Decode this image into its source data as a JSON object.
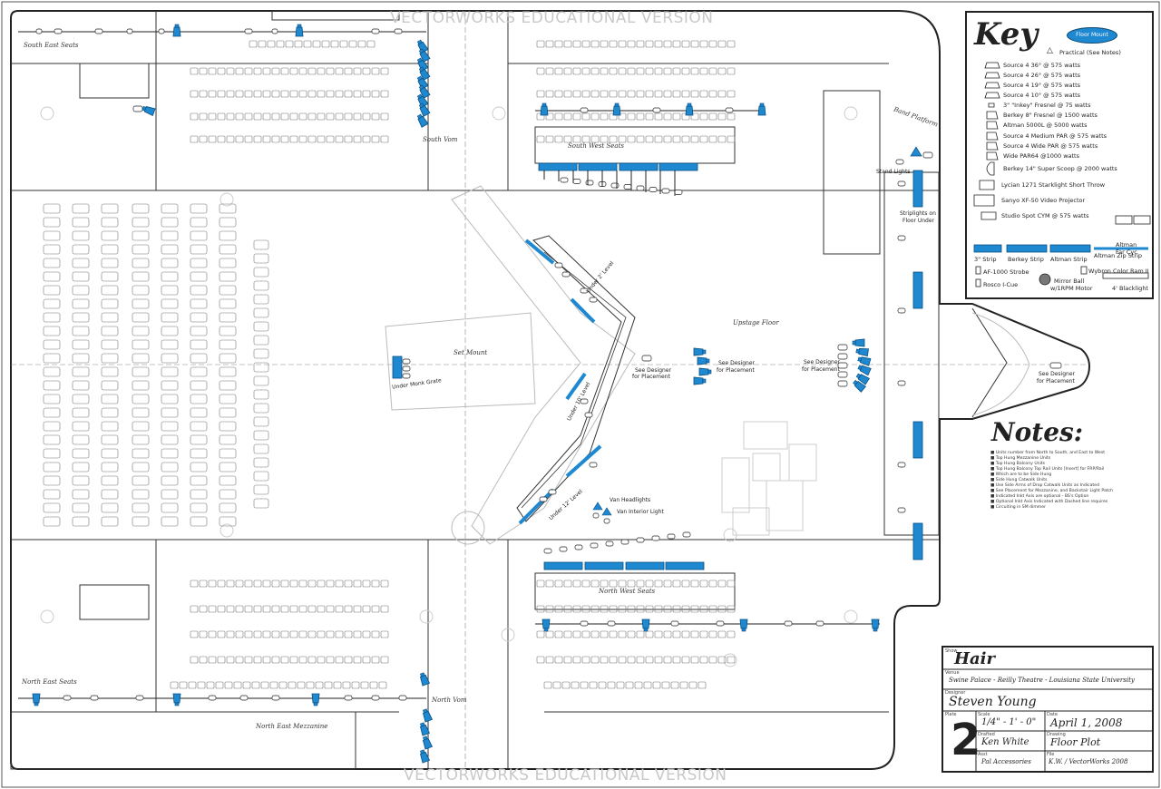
{
  "watermark": "VECTORWORKS EDUCATIONAL VERSION",
  "colors": {
    "fixture": "#1e88d0",
    "line": "#333333",
    "faint": "#bbbbbb",
    "paper": "#ffffff"
  },
  "areas": {
    "south_east_seats": "South East Seats",
    "south_vom": "South Vom",
    "south_west_seats": "South West Seats",
    "band_platform": "Band Platform",
    "stand_lights": "Stand Lights",
    "striplights_floor_1": "Striplights on",
    "striplights_floor_2": "Floor Under",
    "upstage_floor": "Upstage Floor",
    "set_mount": "Set Mount",
    "under_monk_grate": "Under Monk Grate",
    "see_designer_1": "See Designer",
    "for_placement_1": "for Placement",
    "see_designer_2": "See Designer",
    "for_placement_2": "for Placement",
    "see_designer_3": "See Designer",
    "for_placement_3": "for Placement",
    "see_designer_4": "See Designer",
    "for_placement_4": "for Placement",
    "under_2_level": "Under 2' Level",
    "under_10_level": "Under 10' Level",
    "under_12_level": "Under 12' Level",
    "van_headlights": "Van Headlights",
    "van_interior_light": "Van Interior Light",
    "north_west_seats": "North West Seats",
    "north_east_seats": "North East Seats",
    "north_vom": "North Vom",
    "north_east_mezzanine": "North East Mezzanine"
  },
  "key": {
    "title": "Key",
    "floor_mount": "Floor Mount",
    "practical": "Practical (See Notes)",
    "items": [
      "Source 4 36° @ 575 watts",
      "Source 4 26° @ 575 watts",
      "Source 4 19° @ 575 watts",
      "Source 4 10° @ 575 watts",
      "3\" \"Inkey\" Fresnel @ 75 watts",
      "Berkey 8\" Fresnel @ 1500 watts",
      "Altman 5000L @ 5000 watts",
      "Source 4 Medium PAR @ 575 watts",
      "Source 4 Wide PAR @ 575 watts",
      "Wide PAR64 @1000 watts",
      "Berkey 14\" Super Scoop @ 2000 watts",
      "Lycian 1271 Starklight Short Throw",
      "Sanyo XF-50 Video Projector",
      "Studio Spot CYM @ 575 watts"
    ],
    "altman_far_cyc_1": "Altman",
    "altman_far_cyc_2": "Far Cyc",
    "strips": [
      "3\" Strip",
      "Berkey Strip",
      "Altman Strip",
      "Altman Zip Strip"
    ],
    "af1000": "AF-1000 Strobe",
    "wybron": "Wybron Color Ram II",
    "rosco": "Rosco I-Cue",
    "mirror_ball_1": "Mirror Ball",
    "mirror_ball_2": "w/1RPM Motor",
    "blacklight": "4' Blacklight"
  },
  "notes": {
    "title": "Notes:",
    "lines": [
      "Units number from North to South, and East to West",
      "Top Hung Mezzanine Units",
      "Top Hung Balcony Units",
      "Top Hung Balcony Top Rail Units  [Insert]  for FRP/Rail",
      "Which are to be Side Hung",
      "Side Hung Catwalk Units",
      "Use Side Arms of Drop Catwalk Units as Indicated",
      "See Placement for Mezzanine, and Backstair Light Patch",
      "Indicated Inkt Axis are optional - BS's Option",
      "Optional Inkt Axis Indicated with Dashed line requires",
      "Circuiting in SM dimmer"
    ]
  },
  "title_block": {
    "show_label": "Show",
    "show": "Hair",
    "venue_label": "Venue",
    "venue": "Swine Palace - Reilly Theatre - Louisiana State University",
    "designer_label": "Designer",
    "designer": "Steven Young",
    "plate_label": "Plate",
    "plate": "2",
    "scale_label": "Scale",
    "scale": "1/4\" - 1' - 0\"",
    "date_label": "Date",
    "date": "April 1, 2008",
    "drafted_label": "Drafted",
    "drafted": "Ken White",
    "drawing_label": "Drawing",
    "drawing": "Floor Plot",
    "asst_label": "Asst",
    "asst": "Pal Accessories",
    "file_label": "File",
    "file": "K.W. / VectorWorks 2008"
  }
}
